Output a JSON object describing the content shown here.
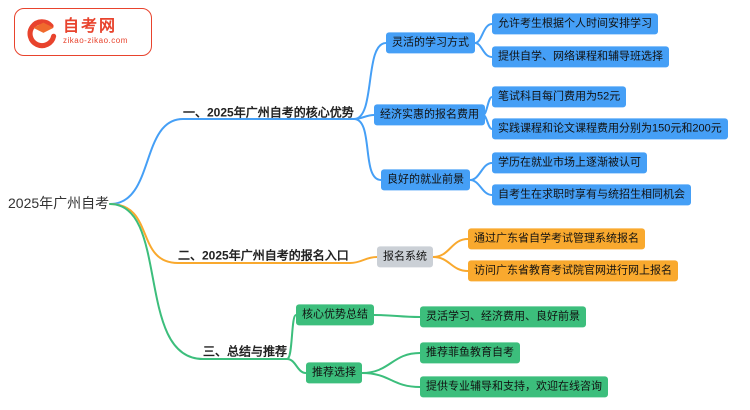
{
  "logo": {
    "title": "自考网",
    "subtitle": "zikao-zikao.com"
  },
  "root": {
    "label": "2025年广州自考"
  },
  "branch1": {
    "label": "一、2025年广州自考的核心优势",
    "node1": {
      "label": "灵活的学习方式",
      "leaf1": "允许考生根据个人时间安排学习",
      "leaf2": "提供自学、网络课程和辅导班选择"
    },
    "node2": {
      "label": "经济实惠的报名费用",
      "leaf1": "笔试科目每门费用为52元",
      "leaf2": "实践课程和论文课程费用分别为150元和200元"
    },
    "node3": {
      "label": "良好的就业前景",
      "leaf1": "学历在就业市场上逐渐被认可",
      "leaf2": "自考生在求职时享有与统招生相同机会"
    }
  },
  "branch2": {
    "label": "二、2025年广州自考的报名入口",
    "node1": {
      "label": "报名系统",
      "leaf1": "通过广东省自学考试管理系统报名",
      "leaf2": "访问广东省教育考试院官网进行网上报名"
    }
  },
  "branch3": {
    "label": "三、总结与推荐",
    "node1": {
      "label": "核心优势总结",
      "leaf1": "灵活学习、经济费用、良好前景"
    },
    "node2": {
      "label": "推荐选择",
      "leaf1": "推荐菲鱼教育自考",
      "leaf2": "提供专业辅导和支持，欢迎在线咨询"
    }
  },
  "colors": {
    "blue": "#459ff6",
    "orange": "#f9a92e",
    "gray": "#cbd0d6",
    "green": "#3cbe7c",
    "brand_red": "#e8432d",
    "text": "#111111"
  }
}
